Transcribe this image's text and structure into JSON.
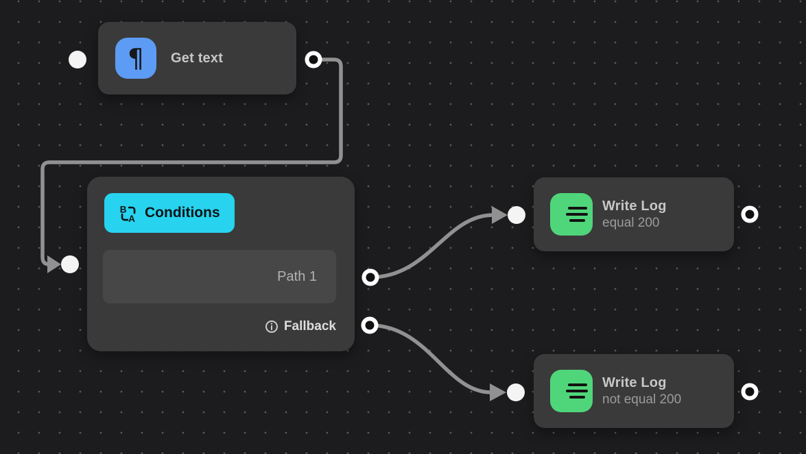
{
  "canvas": {
    "background_color": "#1c1c1f",
    "dot_color": "#5a5a5e",
    "edge_color": "#919191",
    "node_color": "#3a3a3a"
  },
  "nodes": {
    "get_text": {
      "title": "Get text",
      "icon": "pilcrow-icon",
      "icon_glyph": "¶",
      "icon_color": "#5d9cf4"
    },
    "conditions": {
      "badge_label": "Conditions",
      "badge_color": "#27d3ee",
      "badge_icon": "ab-branch-icon",
      "path_rows": [
        {
          "label": "Path 1"
        }
      ],
      "fallback": {
        "label": "Fallback",
        "icon": "info-icon"
      }
    },
    "write_log_equal_200": {
      "title": "Write Log",
      "subtitle": "equal 200",
      "icon": "log-lines-icon",
      "icon_color": "#50d67a"
    },
    "write_log_not_equal_200": {
      "title": "Write Log",
      "subtitle": "not equal 200",
      "icon": "log-lines-icon",
      "icon_color": "#50d67a"
    }
  },
  "edges": [
    {
      "from": "get_text.output",
      "to": "conditions.input"
    },
    {
      "from": "conditions.path_1_output",
      "to": "write_log_equal_200.input"
    },
    {
      "from": "conditions.fallback_output",
      "to": "write_log_not_equal_200.input"
    }
  ]
}
